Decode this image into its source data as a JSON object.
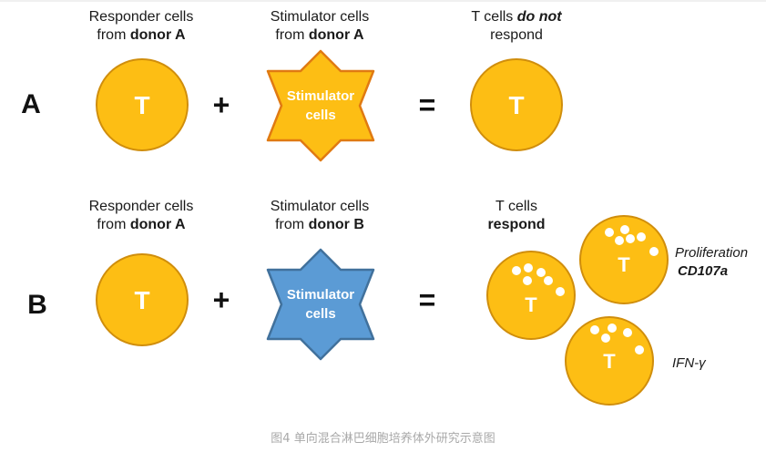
{
  "rows": {
    "a": {
      "row_label": "A",
      "responder_header": {
        "line1": "Responder cells",
        "line2_prefix": "from ",
        "line2_bold": "donor A"
      },
      "stimulator_header": {
        "line1": "Stimulator cells",
        "line2_prefix": "from ",
        "line2_bold": "donor A"
      },
      "result_header": {
        "line1_plain": "T cells ",
        "line1_bolditalic": "do not",
        "line2": "respond"
      },
      "responder_cell_label": "T",
      "stimulator_label_line1": "Stimulator",
      "stimulator_label_line2": "cells",
      "result_cell_label": "T",
      "plus_sign": "+",
      "equals_sign": "="
    },
    "b": {
      "row_label": "B",
      "responder_header": {
        "line1": "Responder cells",
        "line2_prefix": "from ",
        "line2_bold": "donor A"
      },
      "stimulator_header": {
        "line1": "Stimulator cells",
        "line2_prefix": "from ",
        "line2_bold": "donor B"
      },
      "result_header": {
        "line1": "T cells",
        "line2_bold": "respond"
      },
      "responder_cell_label": "T",
      "stimulator_label_line1": "Stimulator",
      "stimulator_label_line2": "cells",
      "result_cell_labels": [
        "T",
        "T",
        "T"
      ],
      "plus_sign": "+",
      "equals_sign": "=",
      "annotation_proliferation": "Proliferation",
      "annotation_cd107a": "CD107a",
      "annotation_ifn": "IFN-γ"
    }
  },
  "caption": "图4 单向混合淋巴细胞培养体外研究示意图",
  "colors": {
    "t_cell_fill": "#FDBE14",
    "t_cell_stroke": "#D08E0C",
    "stimulator_a_fill": "#FDBE14",
    "stimulator_a_stroke": "#E07A12",
    "stimulator_b_fill": "#5B9BD5",
    "stimulator_b_stroke": "#41719C",
    "text": "#1a1a1a",
    "caption": "#a8a8a8"
  }
}
